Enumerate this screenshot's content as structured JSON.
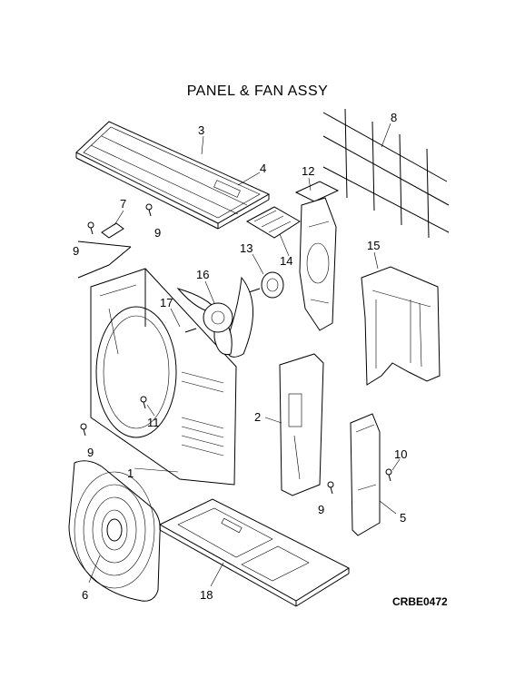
{
  "title": "PANEL & FAN ASSY",
  "drawing_code": "CRBE0472",
  "callouts": [
    {
      "id": "c1",
      "text": "1"
    },
    {
      "id": "c2",
      "text": "2"
    },
    {
      "id": "c3",
      "text": "3"
    },
    {
      "id": "c4",
      "text": "4"
    },
    {
      "id": "c5",
      "text": "5"
    },
    {
      "id": "c6",
      "text": "6"
    },
    {
      "id": "c7",
      "text": "7"
    },
    {
      "id": "c8",
      "text": "8"
    },
    {
      "id": "c9a",
      "text": "9"
    },
    {
      "id": "c9b",
      "text": "9"
    },
    {
      "id": "c9c",
      "text": "9"
    },
    {
      "id": "c9d",
      "text": "9"
    },
    {
      "id": "c10",
      "text": "10"
    },
    {
      "id": "c11",
      "text": "11"
    },
    {
      "id": "c12",
      "text": "12"
    },
    {
      "id": "c13",
      "text": "13"
    },
    {
      "id": "c14",
      "text": "14"
    },
    {
      "id": "c15",
      "text": "15"
    },
    {
      "id": "c16",
      "text": "16"
    },
    {
      "id": "c17",
      "text": "17"
    },
    {
      "id": "c18",
      "text": "18"
    }
  ]
}
